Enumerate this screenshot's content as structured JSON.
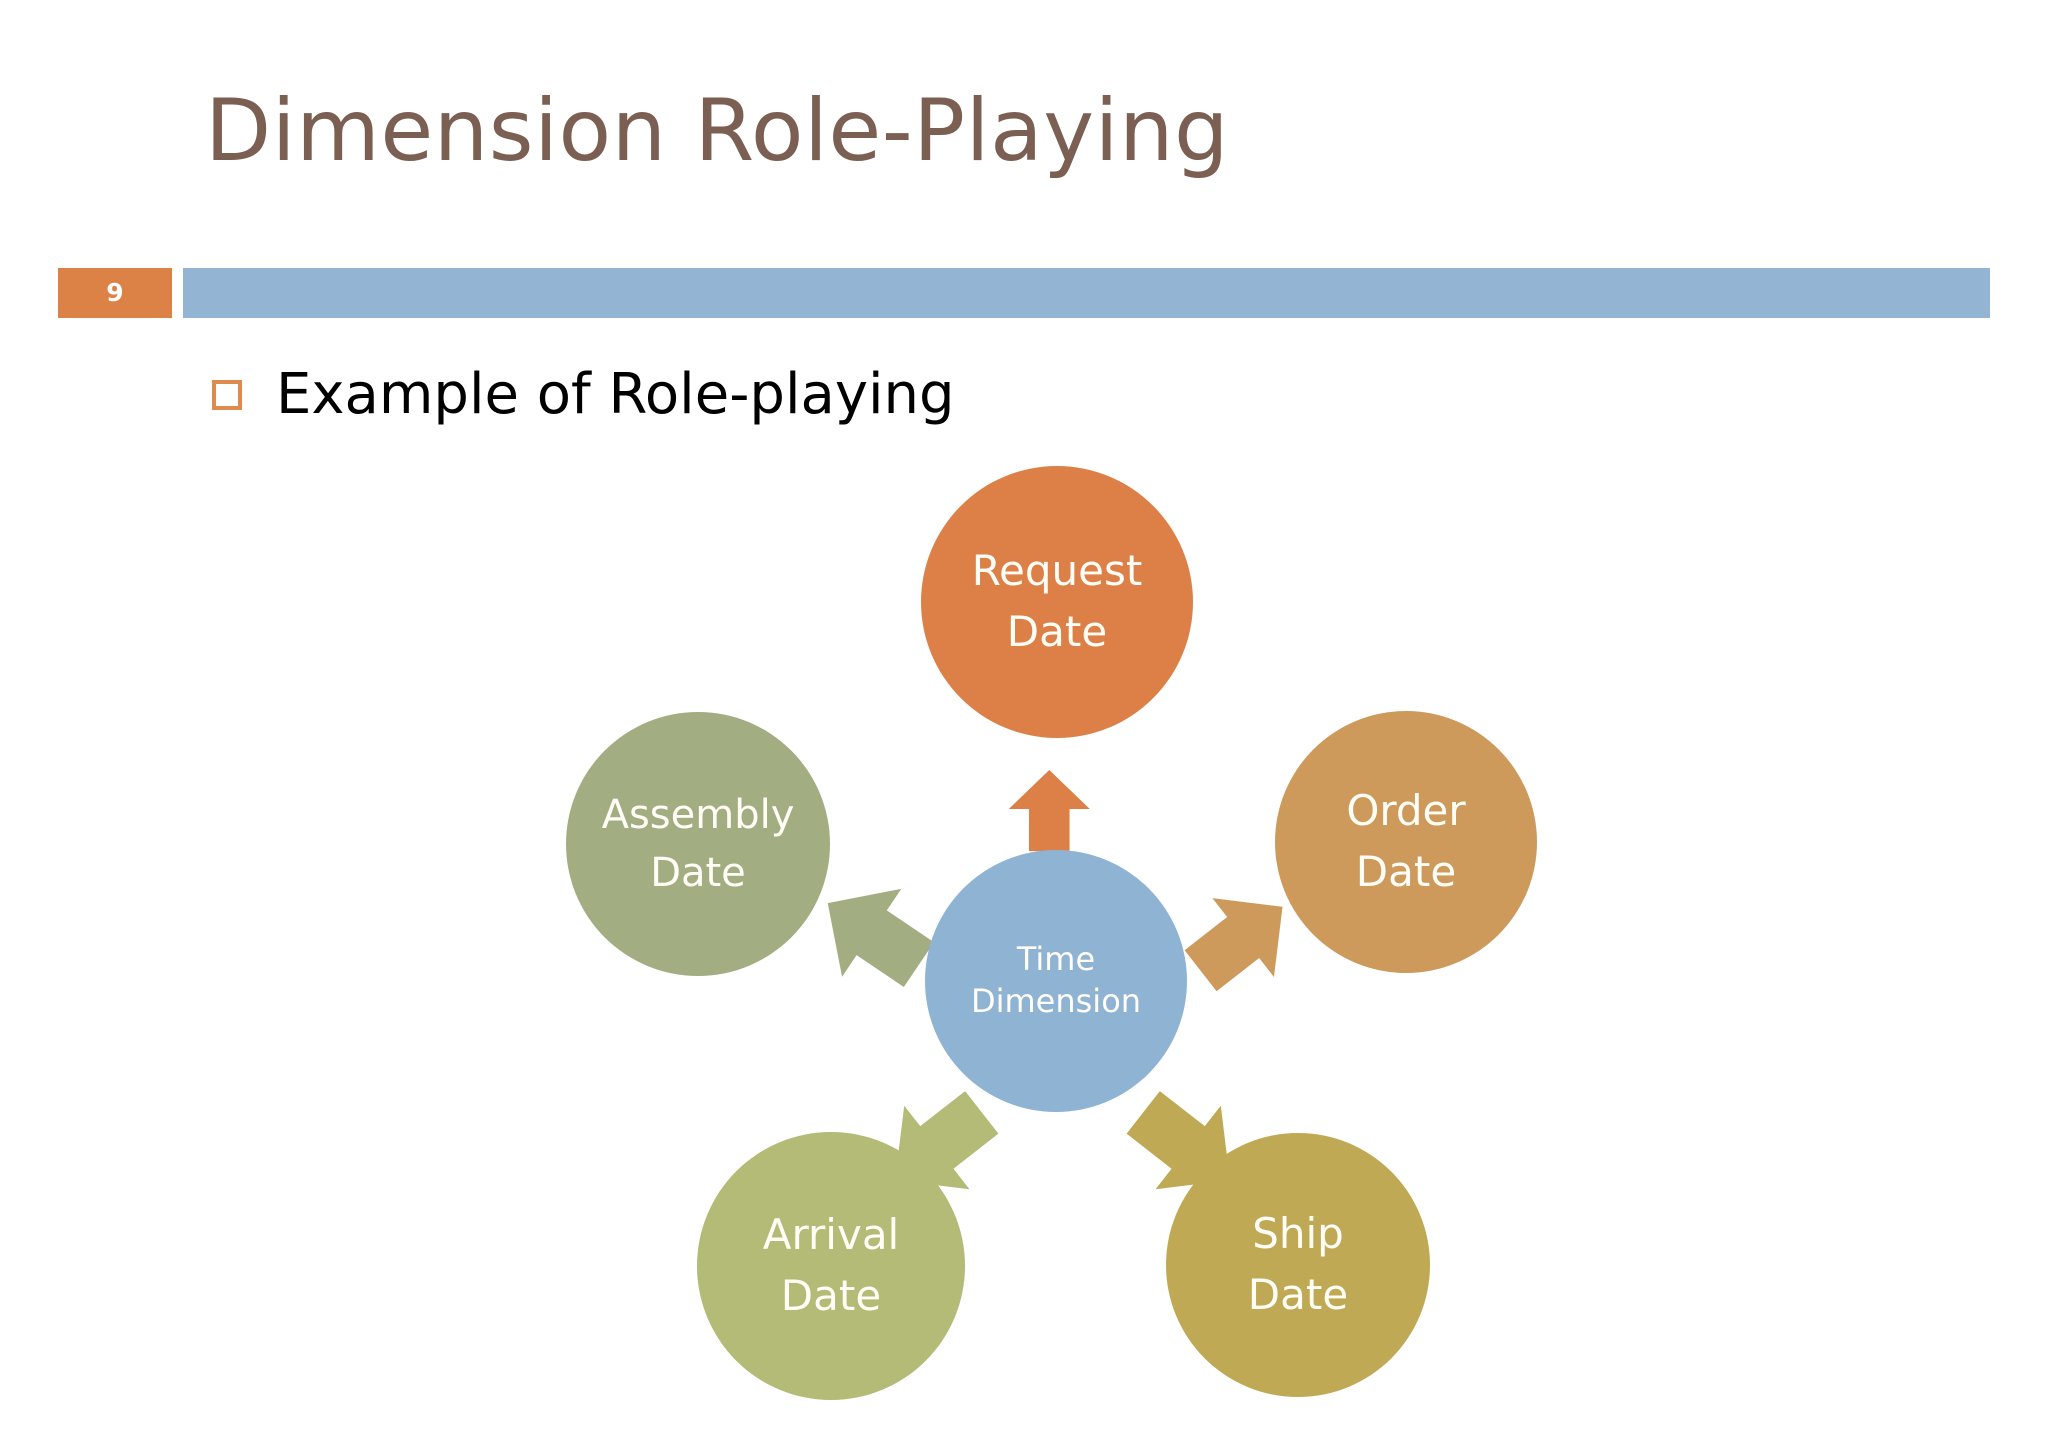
{
  "slide": {
    "title": "Dimension Role-Playing",
    "page_number": "9",
    "bullet": {
      "marker": "hollow-square-bullet",
      "text": "Example of Role-playing"
    }
  },
  "colors": {
    "title_text": "#7B5F52",
    "page_badge": "#DD8247",
    "header_bar": "#94B4D3",
    "bullet_marker": "#E08B4E",
    "request": "#DC8048",
    "order": "#CD9A5B",
    "ship": "#C0A955",
    "arrival": "#B3BB76",
    "assembly": "#A3AD82",
    "time": "#8FB3D3",
    "node_text": "#FFFDF6",
    "background": "#FFFFFF"
  },
  "diagram": {
    "type": "hub-and-spoke",
    "center": {
      "id": "time-dimension",
      "line1": "Time",
      "line2": "Dimension",
      "color": "#8FB3D3"
    },
    "spokes": [
      {
        "id": "request-date",
        "line1": "Request",
        "line2": "Date",
        "color": "#DC8048",
        "position": "top",
        "arrow": "arrow-up-icon",
        "arrow_color": "#DC8048"
      },
      {
        "id": "order-date",
        "line1": "Order",
        "line2": "Date",
        "color": "#CD9A5B",
        "position": "top-right",
        "arrow": "arrow-up-right-icon",
        "arrow_color": "#CD9A5B"
      },
      {
        "id": "ship-date",
        "line1": "Ship",
        "line2": "Date",
        "color": "#C0A955",
        "position": "bottom-right",
        "arrow": "arrow-down-right-icon",
        "arrow_color": "#C0A955"
      },
      {
        "id": "arrival-date",
        "line1": "Arrival",
        "line2": "Date",
        "color": "#B3BB76",
        "position": "bottom-left",
        "arrow": "arrow-down-left-icon",
        "arrow_color": "#B3BB76"
      },
      {
        "id": "assembly-date",
        "line1": "Assembly",
        "line2": "Date",
        "color": "#A3AD82",
        "position": "top-left",
        "arrow": "arrow-left-icon",
        "arrow_color": "#A3AD82"
      }
    ]
  }
}
